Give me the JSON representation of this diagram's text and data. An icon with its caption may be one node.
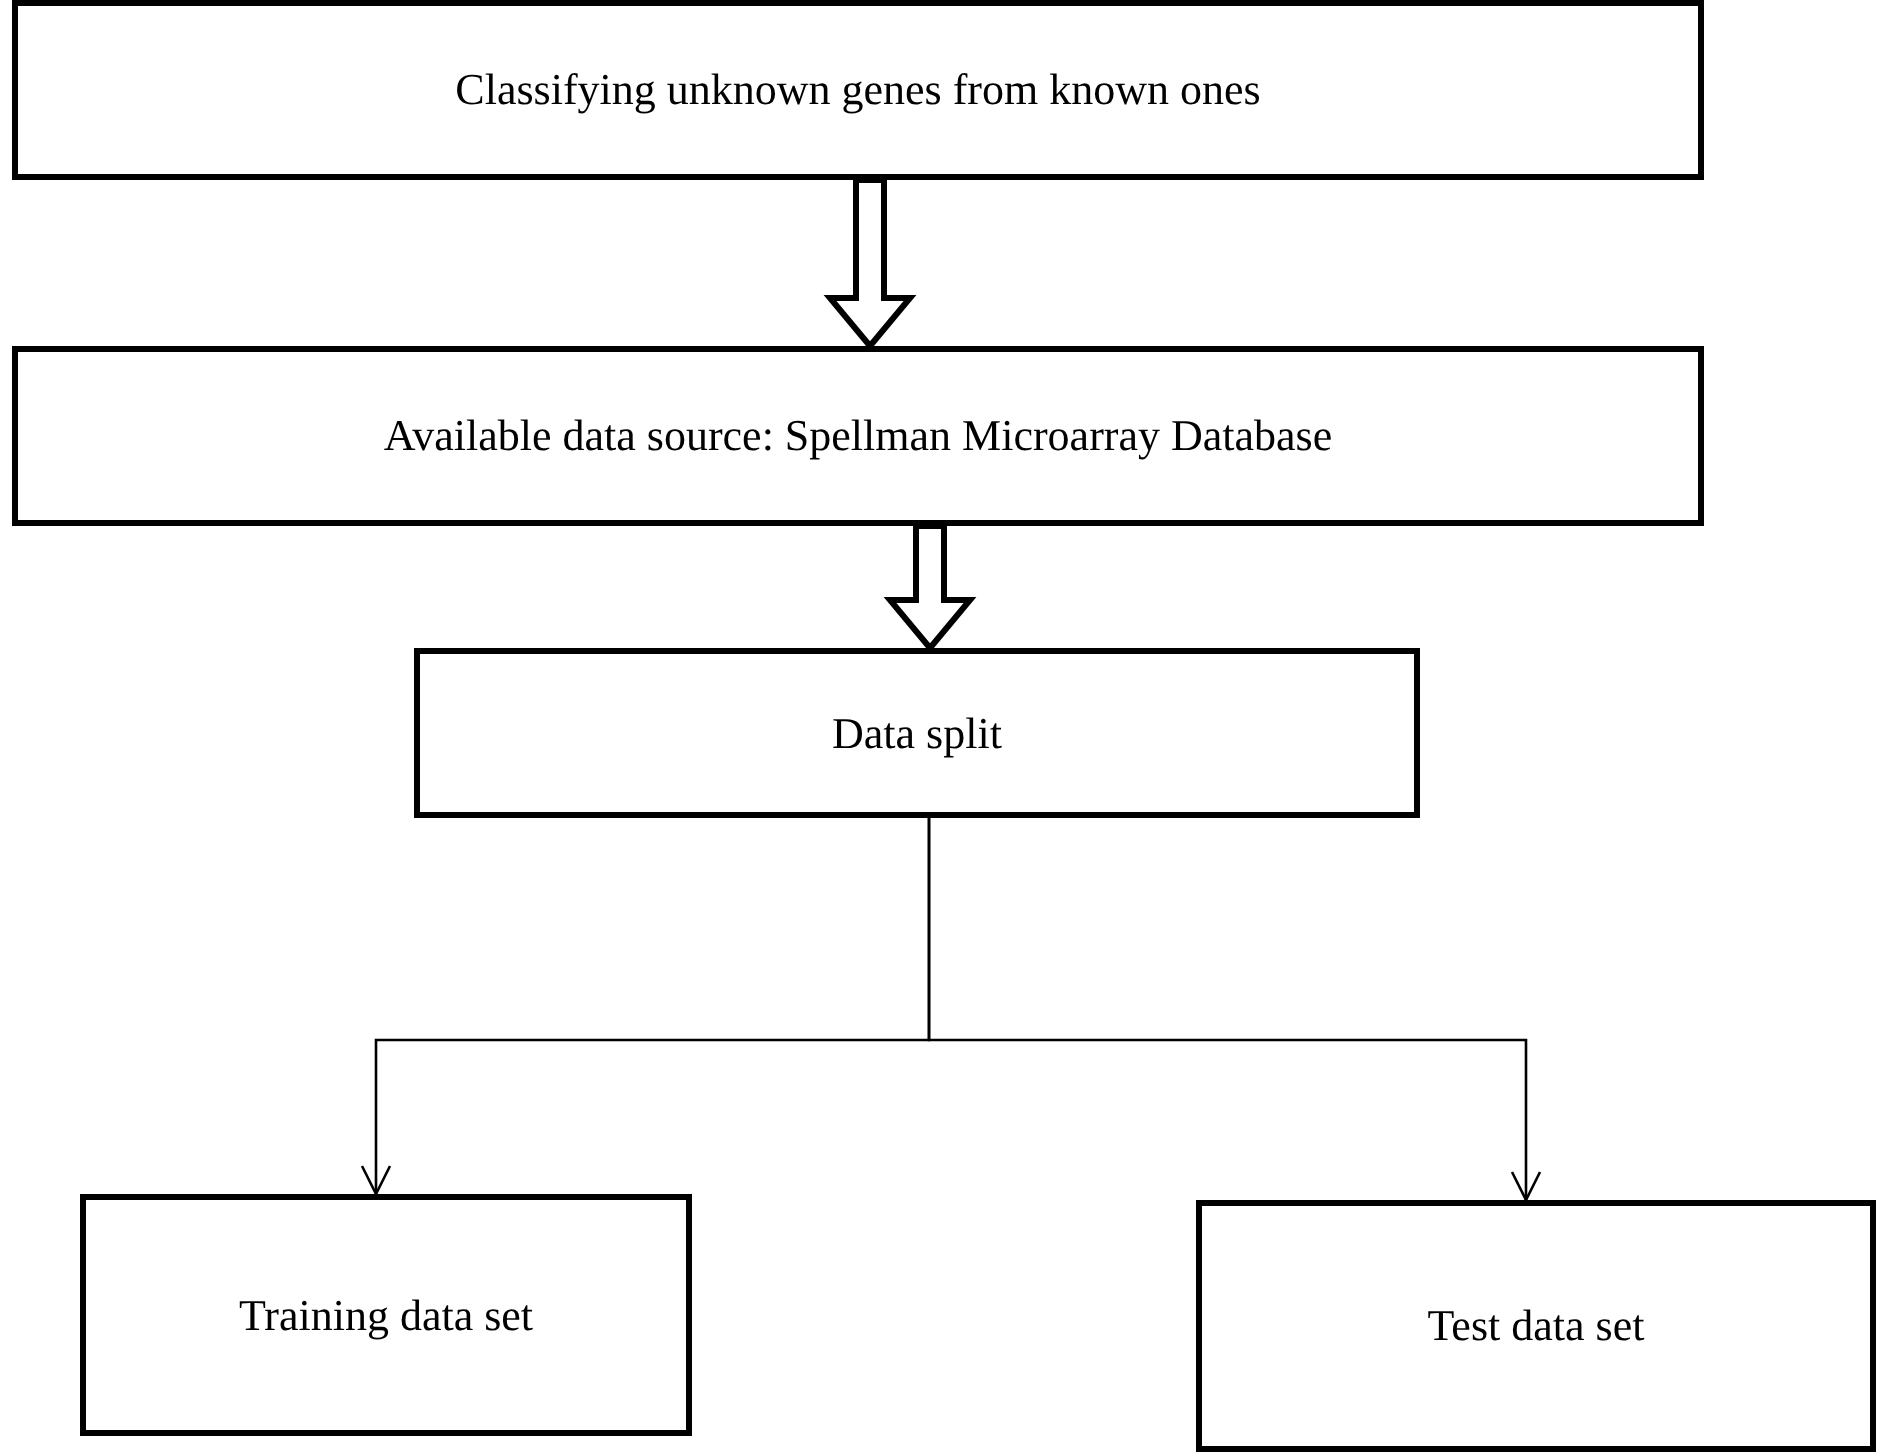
{
  "diagram": {
    "nodes": [
      {
        "text": [
          "Classifying unknown genes from known ones"
        ]
      },
      {
        "text": [
          "Available data source: Spellman Microarray Database"
        ]
      },
      {
        "text": [
          "Data split"
        ]
      },
      {
        "text": [
          "Training data set"
        ]
      },
      {
        "text": [
          "Test data set"
        ]
      }
    ],
    "edges": [
      {
        "from": 0,
        "to": 1,
        "arrow": "to",
        "style": "thick"
      },
      {
        "from": 1,
        "to": 2,
        "arrow": "to",
        "style": "thick"
      },
      {
        "from": 2,
        "to": 3,
        "arrow": "to"
      },
      {
        "from": 2,
        "to": 4,
        "arrow": "to"
      }
    ]
  }
}
